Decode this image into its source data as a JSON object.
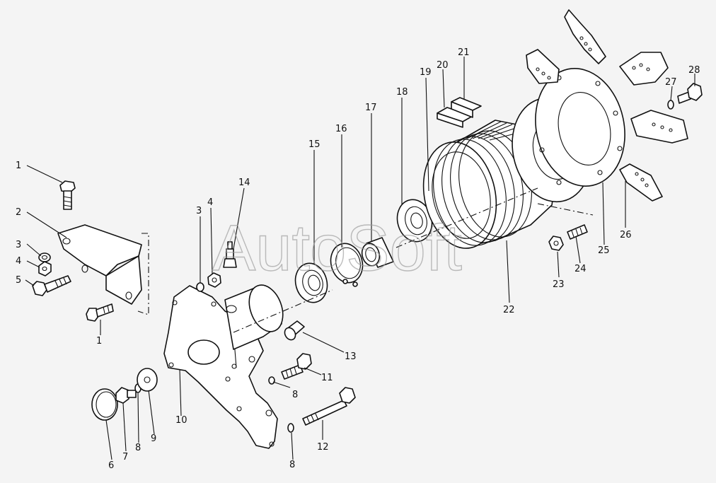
{
  "watermark": "AutoSoft",
  "callouts": [
    {
      "id": "c1a",
      "text": "1"
    },
    {
      "id": "c2",
      "text": "2"
    },
    {
      "id": "c3a",
      "text": "3"
    },
    {
      "id": "c4a",
      "text": "4"
    },
    {
      "id": "c5",
      "text": "5"
    },
    {
      "id": "c1b",
      "text": "1"
    },
    {
      "id": "c3b",
      "text": "3"
    },
    {
      "id": "c4b",
      "text": "4"
    },
    {
      "id": "c14",
      "text": "14"
    },
    {
      "id": "c15",
      "text": "15"
    },
    {
      "id": "c16",
      "text": "16"
    },
    {
      "id": "c17",
      "text": "17"
    },
    {
      "id": "c18",
      "text": "18"
    },
    {
      "id": "c19",
      "text": "19"
    },
    {
      "id": "c20",
      "text": "20"
    },
    {
      "id": "c21",
      "text": "21"
    },
    {
      "id": "c22",
      "text": "22"
    },
    {
      "id": "c23",
      "text": "23"
    },
    {
      "id": "c24",
      "text": "24"
    },
    {
      "id": "c25",
      "text": "25"
    },
    {
      "id": "c26",
      "text": "26"
    },
    {
      "id": "c27",
      "text": "27"
    },
    {
      "id": "c28",
      "text": "28"
    },
    {
      "id": "c13",
      "text": "13"
    },
    {
      "id": "c11",
      "text": "11"
    },
    {
      "id": "c12",
      "text": "12"
    },
    {
      "id": "c10",
      "text": "10"
    },
    {
      "id": "c9",
      "text": "9"
    },
    {
      "id": "c8a",
      "text": "8"
    },
    {
      "id": "c8b",
      "text": "8"
    },
    {
      "id": "c8c",
      "text": "8"
    },
    {
      "id": "c7",
      "text": "7"
    },
    {
      "id": "c6",
      "text": "6"
    }
  ]
}
